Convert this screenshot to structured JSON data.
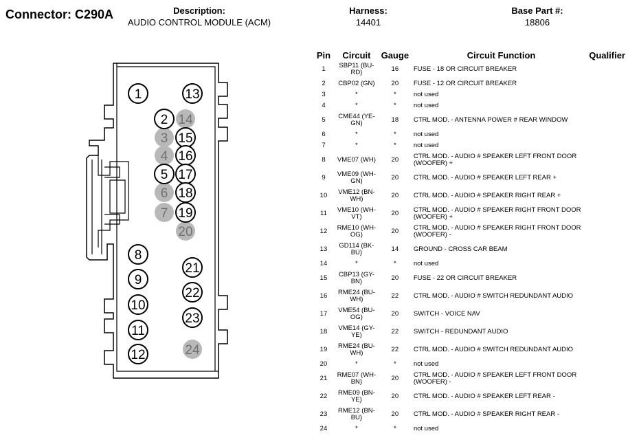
{
  "header": {
    "connector_title": "Connector: C290A",
    "description_label": "Description:",
    "description_value": "AUDIO CONTROL MODULE (ACM)",
    "harness_label": "Harness:",
    "harness_value": "14401",
    "base_part_label": "Base Part #:",
    "base_part_value": "18806"
  },
  "table": {
    "columns": [
      "Pin",
      "Circuit",
      "Gauge",
      "Circuit Function",
      "Qualifier"
    ],
    "rows": [
      {
        "pin": "1",
        "circuit": "SBP11 (BU-RD)",
        "gauge": "16",
        "function": "FUSE - 18 OR CIRCUIT BREAKER",
        "qualifier": ""
      },
      {
        "pin": "2",
        "circuit": "CBP02 (GN)",
        "gauge": "20",
        "function": "FUSE - 12 OR CIRCUIT BREAKER",
        "qualifier": ""
      },
      {
        "pin": "3",
        "circuit": "*",
        "gauge": "*",
        "function": "not used",
        "qualifier": ""
      },
      {
        "pin": "4",
        "circuit": "*",
        "gauge": "*",
        "function": "not used",
        "qualifier": ""
      },
      {
        "pin": "5",
        "circuit": "CME44 (YE-GN)",
        "gauge": "18",
        "function": "CTRL MOD. - ANTENNA POWER # REAR WINDOW",
        "qualifier": ""
      },
      {
        "pin": "6",
        "circuit": "*",
        "gauge": "*",
        "function": "not used",
        "qualifier": ""
      },
      {
        "pin": "7",
        "circuit": "*",
        "gauge": "*",
        "function": "not used",
        "qualifier": ""
      },
      {
        "pin": "8",
        "circuit": "VME07 (WH)",
        "gauge": "20",
        "function": "CTRL MOD. - AUDIO # SPEAKER LEFT FRONT DOOR (WOOFER) +",
        "qualifier": ""
      },
      {
        "pin": "9",
        "circuit": "VME09 (WH-GN)",
        "gauge": "20",
        "function": "CTRL MOD. - AUDIO # SPEAKER LEFT REAR +",
        "qualifier": ""
      },
      {
        "pin": "10",
        "circuit": "VME12 (BN-WH)",
        "gauge": "20",
        "function": "CTRL MOD. - AUDIO # SPEAKER RIGHT REAR +",
        "qualifier": ""
      },
      {
        "pin": "11",
        "circuit": "VME10 (WH-VT)",
        "gauge": "20",
        "function": "CTRL MOD. - AUDIO # SPEAKER RIGHT FRONT DOOR (WOOFER) +",
        "qualifier": ""
      },
      {
        "pin": "12",
        "circuit": "RME10 (WH-OG)",
        "gauge": "20",
        "function": "CTRL MOD. - AUDIO # SPEAKER RIGHT FRONT DOOR (WOOFER) -",
        "qualifier": ""
      },
      {
        "pin": "13",
        "circuit": "GD114 (BK-BU)",
        "gauge": "14",
        "function": "GROUND - CROSS CAR BEAM",
        "qualifier": ""
      },
      {
        "pin": "14",
        "circuit": "*",
        "gauge": "*",
        "function": "not used",
        "qualifier": ""
      },
      {
        "pin": "15",
        "circuit": "CBP13 (GY-BN)",
        "gauge": "20",
        "function": "FUSE - 22 OR CIRCUIT BREAKER",
        "qualifier": ""
      },
      {
        "pin": "16",
        "circuit": "RME24 (BU-WH)",
        "gauge": "22",
        "function": "CTRL MOD. - AUDIO # SWITCH REDUNDANT AUDIO",
        "qualifier": ""
      },
      {
        "pin": "17",
        "circuit": "VME54 (BU-OG)",
        "gauge": "20",
        "function": "SWITCH - VOICE NAV",
        "qualifier": ""
      },
      {
        "pin": "18",
        "circuit": "VME14 (GY-YE)",
        "gauge": "22",
        "function": "SWITCH - REDUNDANT AUDIO",
        "qualifier": ""
      },
      {
        "pin": "19",
        "circuit": "RME24 (BU-WH)",
        "gauge": "22",
        "function": "CTRL MOD. - AUDIO # SWITCH REDUNDANT AUDIO",
        "qualifier": ""
      },
      {
        "pin": "20",
        "circuit": "*",
        "gauge": "*",
        "function": "not used",
        "qualifier": ""
      },
      {
        "pin": "21",
        "circuit": "RME07 (WH-BN)",
        "gauge": "20",
        "function": "CTRL MOD. - AUDIO # SPEAKER LEFT FRONT DOOR (WOOFER) -",
        "qualifier": ""
      },
      {
        "pin": "22",
        "circuit": "RME09 (BN-YE)",
        "gauge": "20",
        "function": "CTRL MOD. - AUDIO # SPEAKER LEFT REAR -",
        "qualifier": ""
      },
      {
        "pin": "23",
        "circuit": "RME12 (BN-BU)",
        "gauge": "20",
        "function": "CTRL MOD. - AUDIO # SPEAKER RIGHT REAR -",
        "qualifier": ""
      },
      {
        "pin": "24",
        "circuit": "*",
        "gauge": "*",
        "function": "not used",
        "qualifier": ""
      }
    ]
  },
  "diagram": {
    "pins": [
      {
        "label": "1",
        "used": true
      },
      {
        "label": "2",
        "used": true
      },
      {
        "label": "3",
        "used": false
      },
      {
        "label": "4",
        "used": false
      },
      {
        "label": "5",
        "used": true
      },
      {
        "label": "6",
        "used": false
      },
      {
        "label": "7",
        "used": false
      },
      {
        "label": "8",
        "used": true
      },
      {
        "label": "9",
        "used": true
      },
      {
        "label": "10",
        "used": true
      },
      {
        "label": "11",
        "used": true
      },
      {
        "label": "12",
        "used": true
      },
      {
        "label": "13",
        "used": true
      },
      {
        "label": "14",
        "used": false
      },
      {
        "label": "15",
        "used": true
      },
      {
        "label": "16",
        "used": true
      },
      {
        "label": "17",
        "used": true
      },
      {
        "label": "18",
        "used": true
      },
      {
        "label": "19",
        "used": true
      },
      {
        "label": "20",
        "used": false
      },
      {
        "label": "21",
        "used": true
      },
      {
        "label": "22",
        "used": true
      },
      {
        "label": "23",
        "used": true
      },
      {
        "label": "24",
        "used": false
      }
    ],
    "colors": {
      "unused_fill": "#b8b8b8",
      "unused_text": "#707070",
      "outline": "#000000"
    }
  }
}
